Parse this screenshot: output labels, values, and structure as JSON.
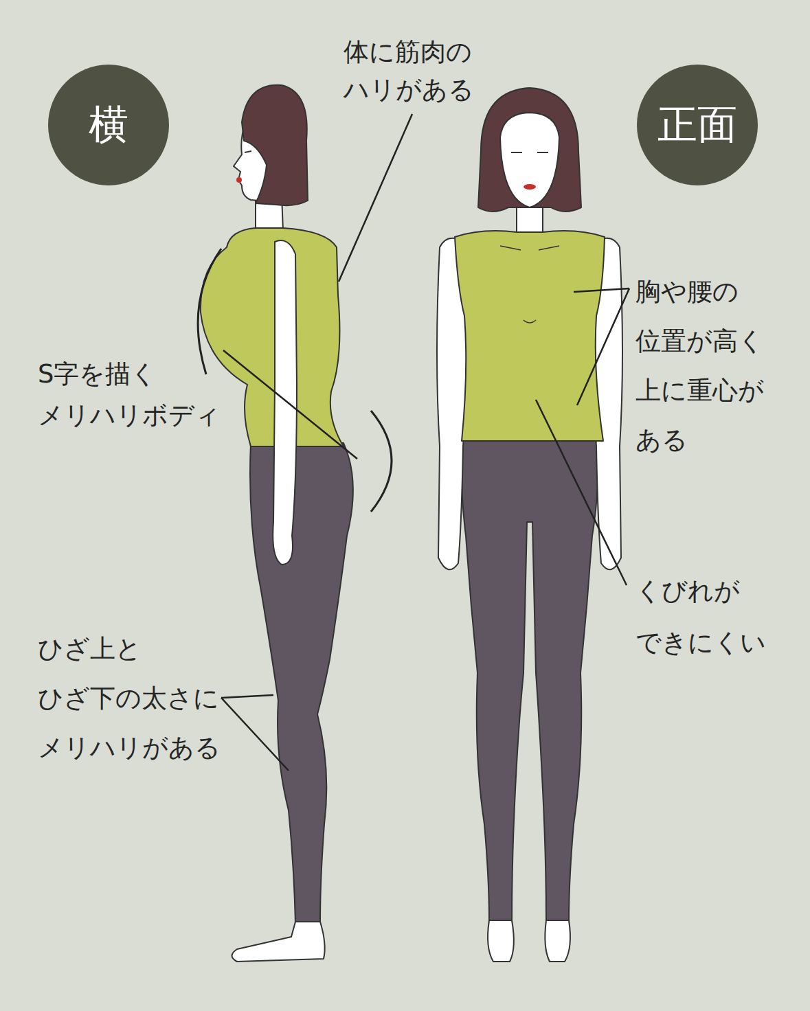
{
  "diagram": {
    "nodes": [
      {
        "text": [
          "横"
        ]
      },
      {
        "text": [
          "正面"
        ]
      }
    ],
    "labels": [
      "体に筋肉の ハリがある",
      "S字を描く メリハリボディ",
      "ひざ上と ひざ下の太さに メリハリがある",
      "胸や腰の 位置が高く 上に重心が ある",
      "くびれが できにくい"
    ]
  }
}
